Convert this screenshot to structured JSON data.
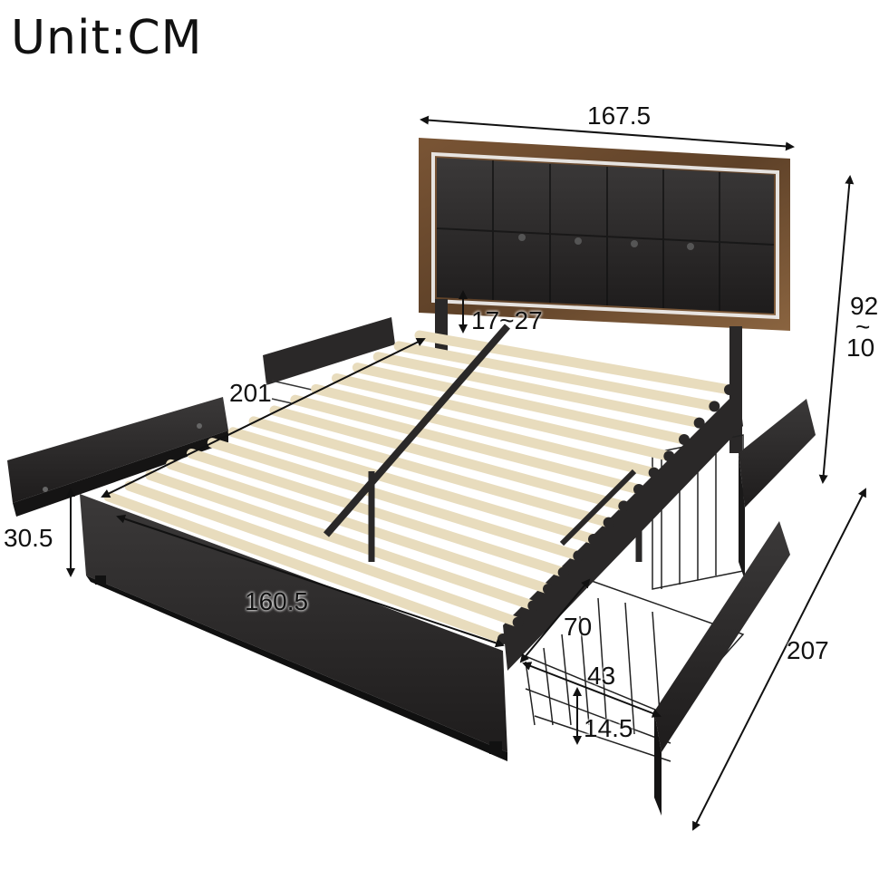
{
  "title": "Unit:CM",
  "dimensions": {
    "headboard_width": "167.5",
    "headboard_height_a": "92",
    "headboard_tilde": "~",
    "headboard_height_b": "10",
    "leg_clearance": "17~27",
    "length_side": "201",
    "side_height": "30.5",
    "inner_width": "160.5",
    "overall_length": "207",
    "drawer_depth": "70",
    "drawer_width": "43",
    "drawer_height": "14.5"
  },
  "colors": {
    "frame": "#2a2828",
    "slat": "#e8dcbd",
    "headboard_wood": "#6b4a2e",
    "led": "#f4f4f4"
  }
}
